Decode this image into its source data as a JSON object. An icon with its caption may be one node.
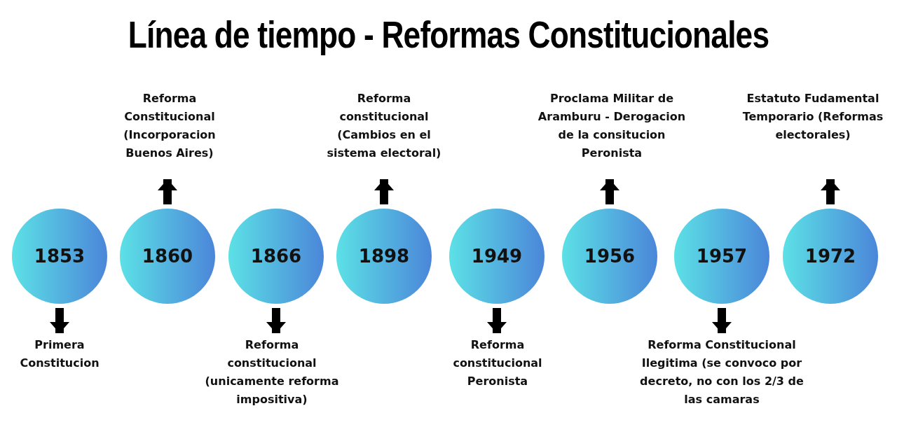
{
  "diagram": {
    "title": "Línea de tiempo - Reformas Constitucionales",
    "nodes": [
      {
        "text": [
          "1853"
        ]
      },
      {
        "text": [
          "1860"
        ]
      },
      {
        "text": [
          "1866"
        ]
      },
      {
        "text": [
          "1898"
        ]
      },
      {
        "text": [
          "1949"
        ]
      },
      {
        "text": [
          "1956"
        ]
      },
      {
        "text": [
          "1957"
        ]
      },
      {
        "text": [
          "1972"
        ]
      },
      {
        "text": [
          "Primera Constitucion"
        ]
      },
      {
        "text": [
          "Reforma Constitucional (Incorporacion Buenos Aires)"
        ]
      },
      {
        "text": [
          "Reforma constitucional (unicamente reforma impositiva)"
        ]
      },
      {
        "text": [
          "Reforma constitucional (Cambios en el sistema electoral)"
        ]
      },
      {
        "text": [
          "Reforma constitucional Peronista"
        ]
      },
      {
        "text": [
          "Proclama Militar de Aramburu - Derogacion de la consitucion Peronista"
        ]
      },
      {
        "text": [
          "Reforma Constitucional Ilegitima (se convoco por decreto, no con los 2/3 de las camaras"
        ]
      },
      {
        "text": [
          "Estatuto Fudamental Temporario (Reformas electorales)"
        ]
      }
    ],
    "edges": [
      {
        "from": 0,
        "to": 8,
        "arrow": "to"
      },
      {
        "from": 1,
        "to": 9,
        "arrow": "to"
      },
      {
        "from": 2,
        "to": 10,
        "arrow": "to"
      },
      {
        "from": 3,
        "to": 11,
        "arrow": "to"
      },
      {
        "from": 4,
        "to": 12,
        "arrow": "to"
      },
      {
        "from": 5,
        "to": 13,
        "arrow": "to"
      },
      {
        "from": 6,
        "to": 14,
        "arrow": "to"
      },
      {
        "from": 7,
        "to": 15,
        "arrow": "to"
      }
    ]
  }
}
